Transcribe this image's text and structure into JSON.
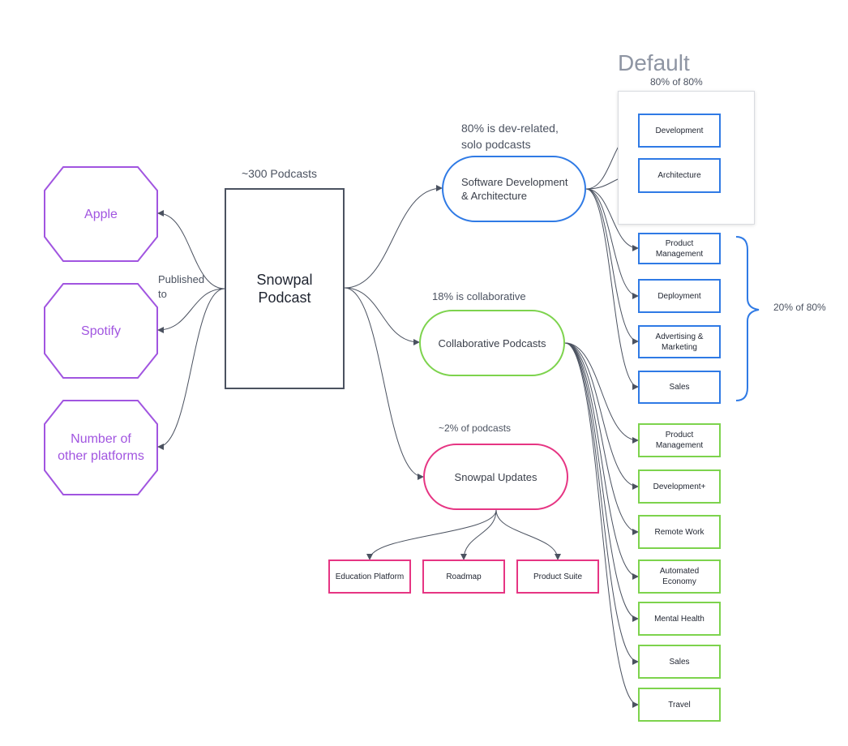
{
  "main": {
    "count_label": "~300 Podcasts",
    "title": "Snowpal\nPodcast",
    "published_label": "Published\nto"
  },
  "platforms": [
    "Apple",
    "Spotify",
    "Number of\nother platforms"
  ],
  "categories": [
    {
      "label": "Software Development\n& Architecture",
      "note": "80% is dev-related,\nsolo podcasts",
      "color": "#2f7ae5"
    },
    {
      "label": "Collaborative Podcasts",
      "note": "18% is collaborative",
      "color": "#7dd34d"
    },
    {
      "label": "Snowpal Updates",
      "note": "~2% of podcasts",
      "color": "#e63583"
    }
  ],
  "default_group": {
    "title": "Default",
    "subtitle": "80% of 80%",
    "items": [
      "Development",
      "Architecture"
    ]
  },
  "dev_other": {
    "label": "20% of 80%",
    "items": [
      "Product\nManagement",
      "Deployment",
      "Advertising &\nMarketing",
      "Sales"
    ]
  },
  "collab_items": [
    "Product\nManagement",
    "Development+",
    "Remote Work",
    "Automated\nEconomy",
    "Mental Health",
    "Sales",
    "Travel"
  ],
  "update_items": [
    "Education Platform",
    "Roadmap",
    "Product Suite"
  ]
}
